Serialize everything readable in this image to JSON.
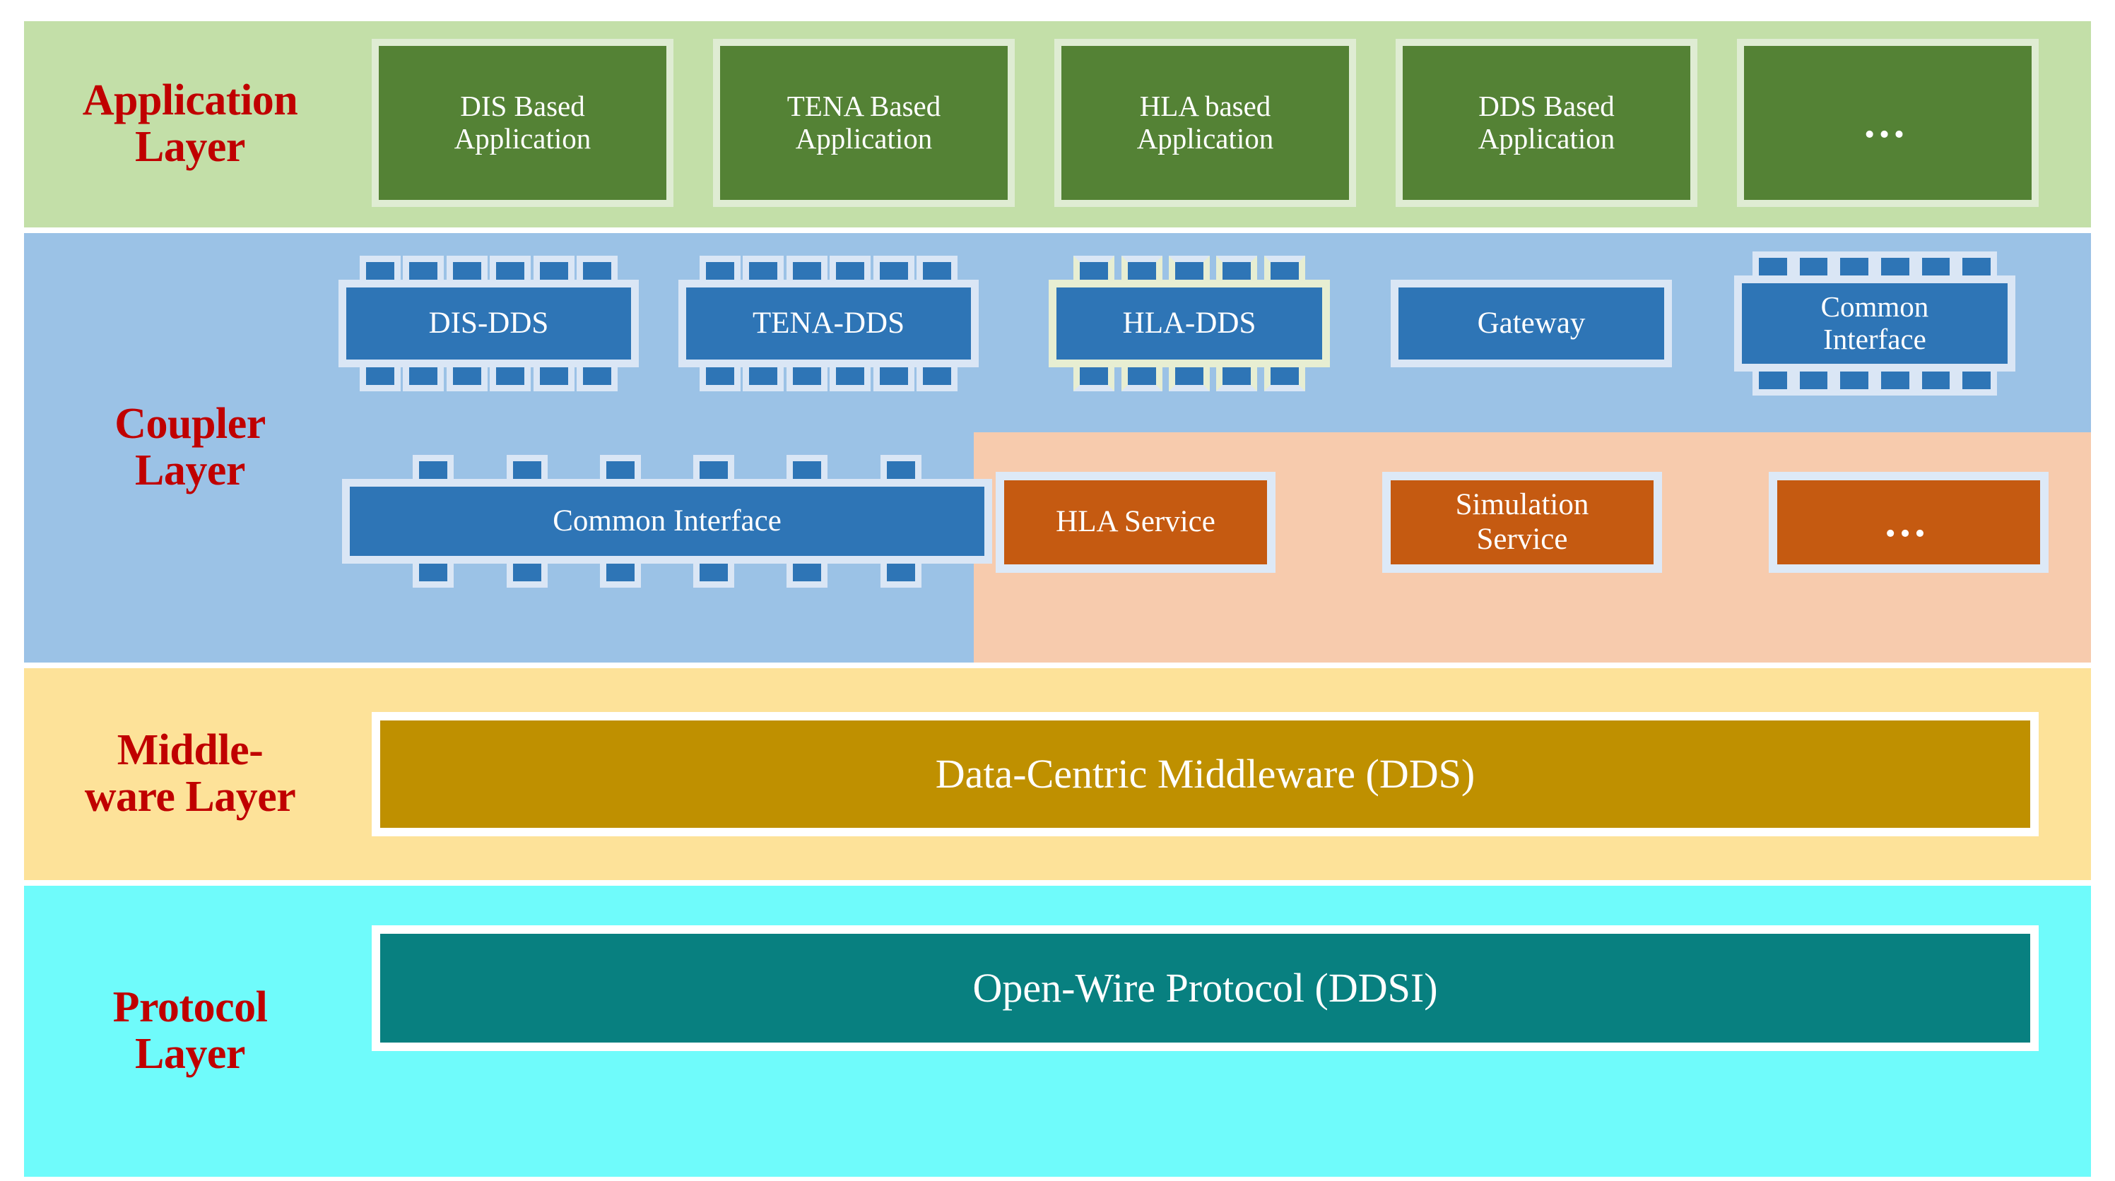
{
  "diagram": {
    "title": "DDS-based layered interoperability architecture",
    "colors": {
      "application_band": "#c3dfa8",
      "application_box": "#548235",
      "application_box_border": "#dfecd3",
      "coupler_band": "#9bc2e6",
      "coupler_box": "#2e75b6",
      "coupler_box_border": "#dae6f5",
      "service_panel": "#f7cbad",
      "service_box": "#c55a11",
      "service_box_border": "#dde9f7",
      "middleware_band": "#fde299",
      "middleware_bar": "#bf9000",
      "protocol_band": "#6ffbfb",
      "protocol_bar": "#088080",
      "label_text": "#c00000",
      "box_text": "#ffffff"
    }
  },
  "layers": [
    {
      "id": "application",
      "label_lines": [
        "Application",
        "Layer"
      ],
      "boxes": [
        {
          "label": "DIS Based\nApplication",
          "kind": "plain"
        },
        {
          "label": "TENA Based\nApplication",
          "kind": "plain"
        },
        {
          "label": "HLA based\nApplication",
          "kind": "plain"
        },
        {
          "label": "DDS Based\nApplication",
          "kind": "plain"
        },
        {
          "label": "…",
          "kind": "ellipsis"
        }
      ]
    },
    {
      "id": "coupler",
      "label_lines": [
        "Coupler",
        "Layer"
      ],
      "row_chips": [
        {
          "label": "DIS-DDS",
          "kind": "chip",
          "pins": 6,
          "pin_frame": "white"
        },
        {
          "label": "TENA-DDS",
          "kind": "chip",
          "pins": 6,
          "pin_frame": "white"
        },
        {
          "label": "HLA-DDS",
          "kind": "chip",
          "pins": 5,
          "pin_frame": "cream"
        },
        {
          "label": "Gateway",
          "kind": "plain",
          "pins": 0,
          "pin_frame": "none"
        },
        {
          "label": "Common\nInterface",
          "kind": "chip",
          "pins": 6,
          "pin_frame": "white"
        }
      ],
      "row_wide_chip": {
        "label": "Common Interface",
        "kind": "chip",
        "pins": 6,
        "pin_frame": "white"
      },
      "service_boxes": [
        {
          "label": "HLA Service",
          "kind": "plain"
        },
        {
          "label": "Simulation\nService",
          "kind": "plain"
        },
        {
          "label": "…",
          "kind": "ellipsis"
        }
      ]
    },
    {
      "id": "middleware",
      "label_lines": [
        "Middle-",
        "ware Layer"
      ],
      "bar": {
        "label": "Data-Centric Middleware (DDS)"
      }
    },
    {
      "id": "protocol",
      "label_lines": [
        "Protocol",
        "Layer"
      ],
      "bar": {
        "label": "Open-Wire Protocol (DDSI)"
      }
    }
  ]
}
